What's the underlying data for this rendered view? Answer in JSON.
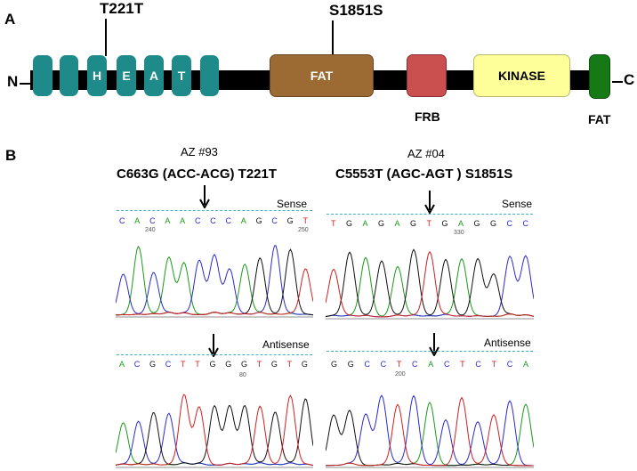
{
  "panel_a": {
    "letter": "A",
    "n_terminus": "N",
    "c_terminus": "C",
    "mutations": [
      "T221T",
      "S1851S"
    ],
    "heat_letters": [
      "H",
      "E",
      "A",
      "T"
    ],
    "fat_label": "FAT",
    "frb_label": "FRB",
    "kinase_label": "KINASE",
    "fat_c_label": "FAT",
    "colors": {
      "heat": "#1f8a8a",
      "fat": "#9c6a33",
      "frb": "#c9504f",
      "kinase": "#ffff99",
      "fatc": "#157a15",
      "backbone": "#000000"
    }
  },
  "panel_b": {
    "letter": "B",
    "samples": [
      {
        "id": "AZ #93",
        "mutation": "C663G (ACC-ACG) T221T",
        "sense": {
          "label": "Sense",
          "bases": [
            "C",
            "A",
            "C",
            "A",
            "A",
            "C",
            "C",
            "C",
            "A",
            "G",
            "C",
            "G",
            "T"
          ],
          "positions": [
            "240",
            "250"
          ]
        },
        "antisense": {
          "label": "Antisense",
          "bases": [
            "A",
            "C",
            "G",
            "C",
            "T",
            "T",
            "G",
            "G",
            "G",
            "T",
            "G",
            "T",
            "G"
          ],
          "positions": [
            "80"
          ]
        }
      },
      {
        "id": "AZ #04",
        "mutation": "C5553T (AGC-AGT ) S1851S",
        "sense": {
          "label": "Sense",
          "bases": [
            "T",
            "G",
            "A",
            "G",
            "A",
            "G",
            "T",
            "G",
            "A",
            "G",
            "G",
            "C",
            "C"
          ],
          "positions": [
            "330"
          ]
        },
        "antisense": {
          "label": "Antisense",
          "bases": [
            "G",
            "G",
            "C",
            "C",
            "T",
            "C",
            "A",
            "C",
            "T",
            "C",
            "T",
            "C",
            "A"
          ],
          "positions": [
            "200"
          ]
        }
      }
    ],
    "trace_colors": {
      "A": "#1a9a1a",
      "C": "#2a2ad0",
      "G": "#111111",
      "T": "#d02020"
    }
  }
}
